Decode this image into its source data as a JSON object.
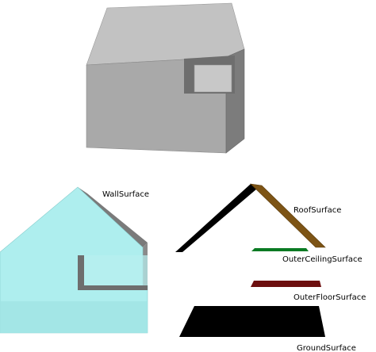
{
  "labels": {
    "wall": "WallSurface",
    "roof": "RoofSurface",
    "outer_ceiling": "OuterCeilingSurface",
    "outer_floor": "OuterFloorSurface",
    "ground": "GroundSurface"
  },
  "colors": {
    "building_front": "#a7a7a7",
    "building_side": "#7f7f7f",
    "building_roof": "#cccccc",
    "wall_surface": "#aeeeee",
    "roof_surface": "#7d5415",
    "outer_ceiling_surface": "#0a7a23",
    "outer_floor_surface": "#6d0f0f",
    "ground_surface": "#000000"
  }
}
